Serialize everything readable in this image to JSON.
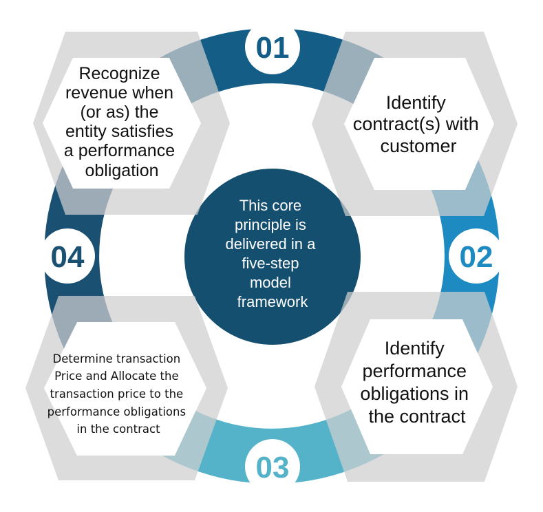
{
  "center": {
    "lines": [
      "This core",
      "principle is",
      "delivered in a",
      "five-step",
      "model",
      "framework"
    ]
  },
  "steps": [
    {
      "number": "01",
      "lines": [
        "Identify",
        "contract(s) with",
        "customer"
      ]
    },
    {
      "number": "02",
      "lines": [
        "Identify",
        "performance",
        "obligations in",
        "the contract"
      ]
    },
    {
      "number": "03",
      "lines": [
        "Determine transaction",
        "Price and Allocate the",
        "transaction price to the",
        "performance obligations",
        "in the contract"
      ]
    },
    {
      "number": "04",
      "lines": [
        "Recognize",
        "revenue when",
        "(or as) the",
        "entity satisfies",
        "a performance",
        "obligation"
      ]
    }
  ],
  "colors": {
    "step_01": "#135d87",
    "step_02": "#1d8bc1",
    "step_03": "#54b3c9",
    "step_04": "#1a5173",
    "center": "#144f6f",
    "hex_border": "#cfcfcf"
  }
}
